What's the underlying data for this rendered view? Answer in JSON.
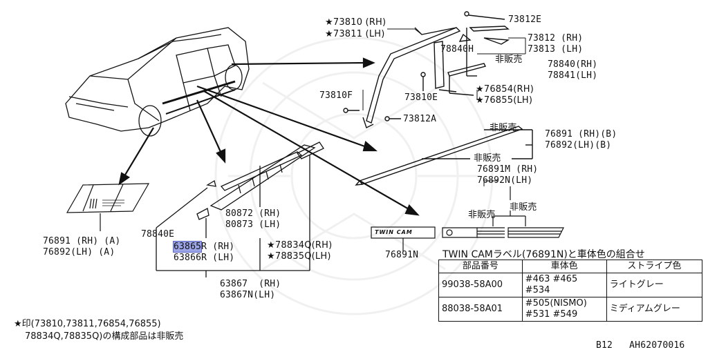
{
  "labels": {
    "p73810": "★73810 (RH)",
    "p73811": "★73811 (LH)",
    "p73812e": "73812E",
    "p73812rh": "73812 (RH)",
    "p73813lh": "73813 (LH)",
    "p78840h": "78840H",
    "hihanbai1": "非販売",
    "p78840rh": "78840(RH)",
    "p78841lh": "78841(LH)",
    "p73810f": "73810F",
    "p73810e": "73810E",
    "p76854": "★76854(RH)",
    "p76855": "★76855(LH)",
    "p73812a": "73812A",
    "hihanbai2": "非販売",
    "hihanbai3": "非販売",
    "p76891b": "76891 (RH)(B)",
    "p76892b": "76892(LH)(B)",
    "p76891m": "76891M (RH)",
    "p76892n": "76892N(LH)",
    "hihanbai4": "非販売",
    "hihanbai5": "非販売",
    "p80872": "80872 (RH)",
    "p80873": "80873 (LH)",
    "p78840e": "78840E",
    "p63865_code": "63865",
    "p63865_rest": "R (RH)",
    "p63866": "63866R (LH)",
    "p78834q": "★78834Q(RH)",
    "p78835q": "★78835Q(LH)",
    "p63867": "63867  (RH)",
    "p63867n": "63867N(LH)",
    "p76891a": "76891 (RH) (A)",
    "p76892a": "76892(LH) (A)",
    "p76891n": "76891N",
    "twin_badge": "TWIN CAM",
    "note1": "★印(73810,73811,76854,76855)",
    "note2": "78834Q,78835Q)の構成部品は非販売",
    "footer": "B12   AH62070016"
  },
  "table": {
    "caption": "TWIN CAMラベル(76891N)と車体色の組合せ",
    "headers": [
      "部品番号",
      "車体色",
      "ストライプ色"
    ],
    "rows": [
      {
        "part": "99038-58A00",
        "color1": "#463 #465",
        "color2": "#534",
        "stripe": "ライトグレー"
      },
      {
        "part": "88038-58A01",
        "color1": "#505(NISMO)",
        "color2": "#531 #549",
        "stripe": "ミディアムグレー"
      }
    ]
  }
}
